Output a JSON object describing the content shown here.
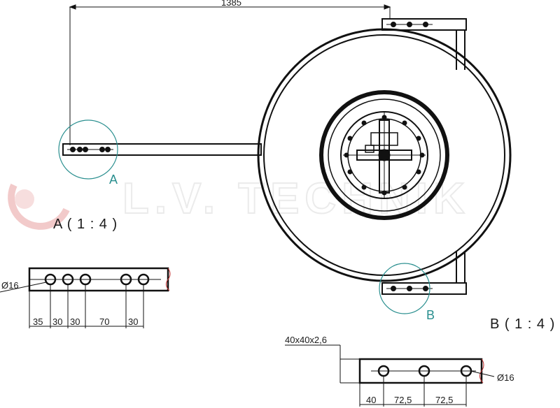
{
  "watermark": {
    "brand": "L.V. TECHNIK"
  },
  "main": {
    "overall_dim": "1385"
  },
  "callouts": {
    "a_label": "A",
    "b_label": "B"
  },
  "detail_a": {
    "title": "A ( 1 : 4 )",
    "hole_dia": "Ø16",
    "dims": [
      "35",
      "30",
      "30",
      "70",
      "30"
    ]
  },
  "detail_b": {
    "title": "B ( 1 : 4 )",
    "profile": "40x40x2,6",
    "hole_dia": "Ø16",
    "dims": [
      "40",
      "72,5",
      "72,5"
    ]
  },
  "colors": {
    "line": "#111111",
    "callout": "#2a8f8f",
    "watermark_red": "#e8a0a0"
  }
}
